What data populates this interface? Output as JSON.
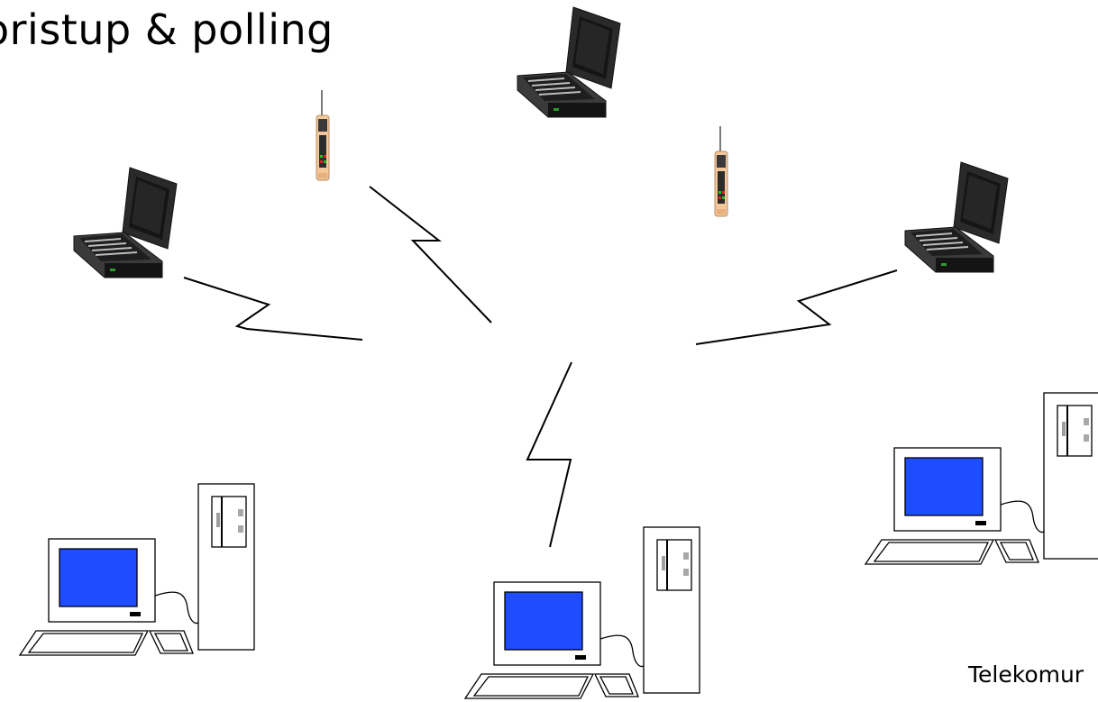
{
  "slide": {
    "title": "oristup & polling",
    "footer": "Telekomur"
  },
  "devices": {
    "laptops": [
      "laptop-left",
      "laptop-top",
      "laptop-right"
    ],
    "phones": [
      "phone-left",
      "phone-right"
    ],
    "desktops": [
      "desktop-left",
      "desktop-center",
      "desktop-right"
    ]
  },
  "colors": {
    "screen": "#1e4cff",
    "laptop_body": "#2b2b2b",
    "phone_body": "#f2c79a",
    "line": "#000000"
  }
}
